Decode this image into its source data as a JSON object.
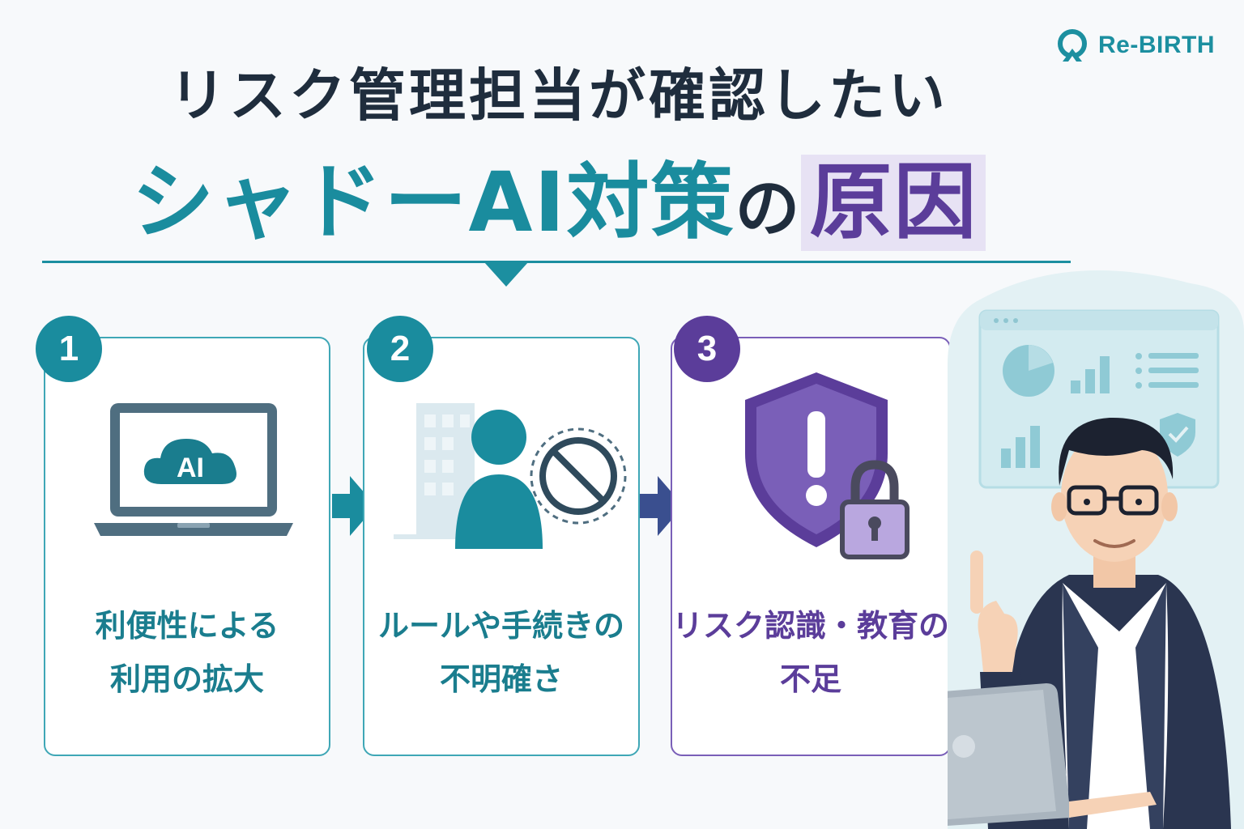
{
  "brand": {
    "name": "Re-BIRTH",
    "color": "#1c8fa0"
  },
  "header": {
    "title_line1": "リスク管理担当が確認したい",
    "title_line2_part1": "シャドーAI対策",
    "title_line2_part2": "の",
    "title_line2_part3": "原因"
  },
  "colors": {
    "teal": "#1a8c9e",
    "purple": "#5b3d9a",
    "dark": "#1f2d3d"
  },
  "cards": [
    {
      "number": "1",
      "icon": "laptop-ai-cloud-icon",
      "icon_text": "AI",
      "label_line1": "利便性による",
      "label_line2": "利用の拡大"
    },
    {
      "number": "2",
      "icon": "person-prohibited-icon",
      "label_line1": "ルールや手続きの",
      "label_line2": "不明確さ"
    },
    {
      "number": "3",
      "icon": "shield-warning-lock-icon",
      "label_line1": "リスク認識・教育の",
      "label_line2": "不足"
    }
  ]
}
